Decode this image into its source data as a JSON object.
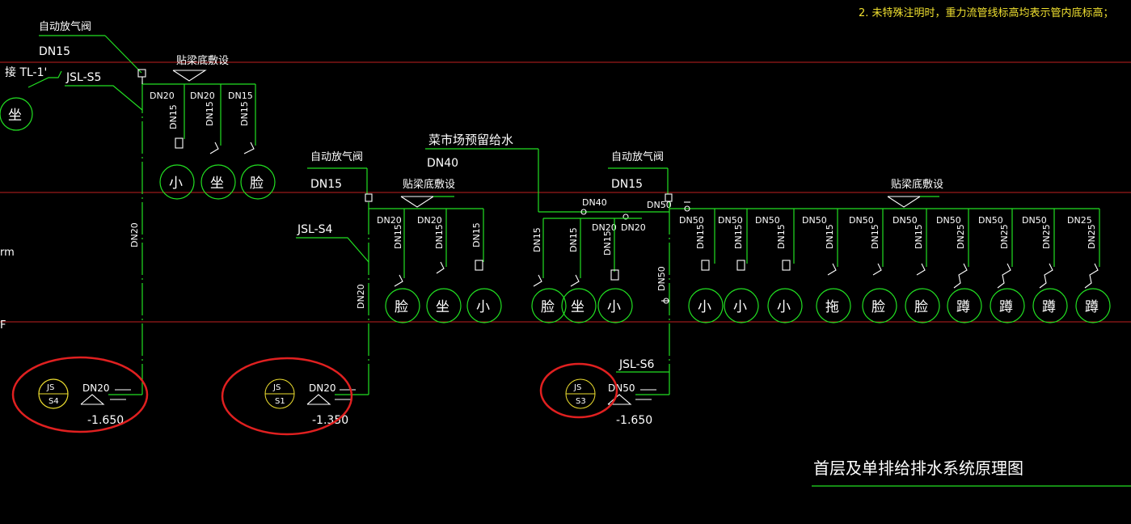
{
  "note": "2. 未特殊注明时，重力流管线标高均表示管内底标高；",
  "drawing_title": "首层及单排给排水系统原理图",
  "left_cut": {
    "text1": "接 TL-1'",
    "text2": "rm",
    "text3": "F"
  },
  "labels": {
    "valve": "自动放气阀",
    "beam": "贴梁底敷设",
    "market": "菜市场预留给水",
    "dn15": "DN15",
    "dn20": "DN20",
    "dn25": "DN25",
    "dn40": "DN40",
    "dn50": "DN50"
  },
  "risers": [
    {
      "name": "JSL-S5"
    },
    {
      "name": "JSL-S4"
    },
    {
      "name": "JSL-S6"
    }
  ],
  "fixtures": {
    "group1": [
      "小",
      "坐",
      "脸"
    ],
    "group2": [
      "脸",
      "坐",
      "小"
    ],
    "group3": [
      "脸",
      "坐",
      "小"
    ],
    "group4": [
      "小",
      "小",
      "小",
      "拖",
      "脸",
      "脸",
      "蹲",
      "蹲",
      "蹲",
      "蹲"
    ],
    "left_partial": "坐"
  },
  "inlets": [
    {
      "js": "JS",
      "id": "S4",
      "dn": "DN20",
      "elev": "-1.650"
    },
    {
      "js": "JS",
      "id": "S1",
      "dn": "DN20",
      "elev": "-1.350"
    },
    {
      "js": "JS",
      "id": "S3",
      "dn": "DN50",
      "elev": "-1.650"
    }
  ],
  "colors": {
    "pipe": "#22e022",
    "text": "#ffffff",
    "note": "#f0e030",
    "grid": "#c02020",
    "highlight": "#e02020"
  }
}
